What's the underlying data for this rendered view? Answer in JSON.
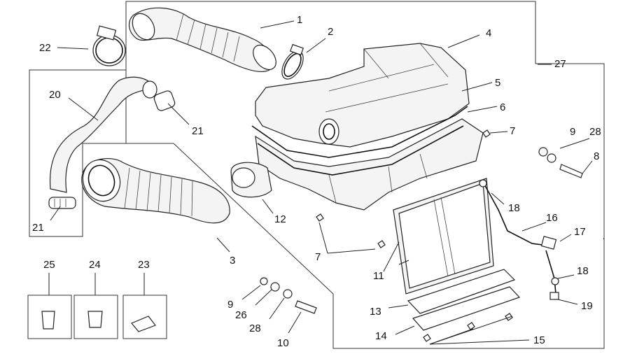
{
  "diagram": {
    "callouts": [
      {
        "id": "c1",
        "text": "1"
      },
      {
        "id": "c2",
        "text": "2"
      },
      {
        "id": "c3",
        "text": "3"
      },
      {
        "id": "c4",
        "text": "4"
      },
      {
        "id": "c5",
        "text": "5"
      },
      {
        "id": "c6",
        "text": "6"
      },
      {
        "id": "c7a",
        "text": "7"
      },
      {
        "id": "c7b",
        "text": "7"
      },
      {
        "id": "c8",
        "text": "8"
      },
      {
        "id": "c9a",
        "text": "9"
      },
      {
        "id": "c9b",
        "text": "9"
      },
      {
        "id": "c10",
        "text": "10"
      },
      {
        "id": "c11",
        "text": "11"
      },
      {
        "id": "c12",
        "text": "12"
      },
      {
        "id": "c13",
        "text": "13"
      },
      {
        "id": "c14",
        "text": "14"
      },
      {
        "id": "c15",
        "text": "15"
      },
      {
        "id": "c16",
        "text": "16"
      },
      {
        "id": "c17",
        "text": "17"
      },
      {
        "id": "c18a",
        "text": "18"
      },
      {
        "id": "c18b",
        "text": "18"
      },
      {
        "id": "c19",
        "text": "19"
      },
      {
        "id": "c20",
        "text": "20"
      },
      {
        "id": "c21a",
        "text": "21"
      },
      {
        "id": "c21b",
        "text": "21"
      },
      {
        "id": "c22",
        "text": "22"
      },
      {
        "id": "c23",
        "text": "23"
      },
      {
        "id": "c24",
        "text": "24"
      },
      {
        "id": "c25",
        "text": "25"
      },
      {
        "id": "c26",
        "text": "26"
      },
      {
        "id": "c27",
        "text": "27"
      },
      {
        "id": "c28a",
        "text": "28"
      },
      {
        "id": "c28b",
        "text": "28"
      }
    ]
  }
}
